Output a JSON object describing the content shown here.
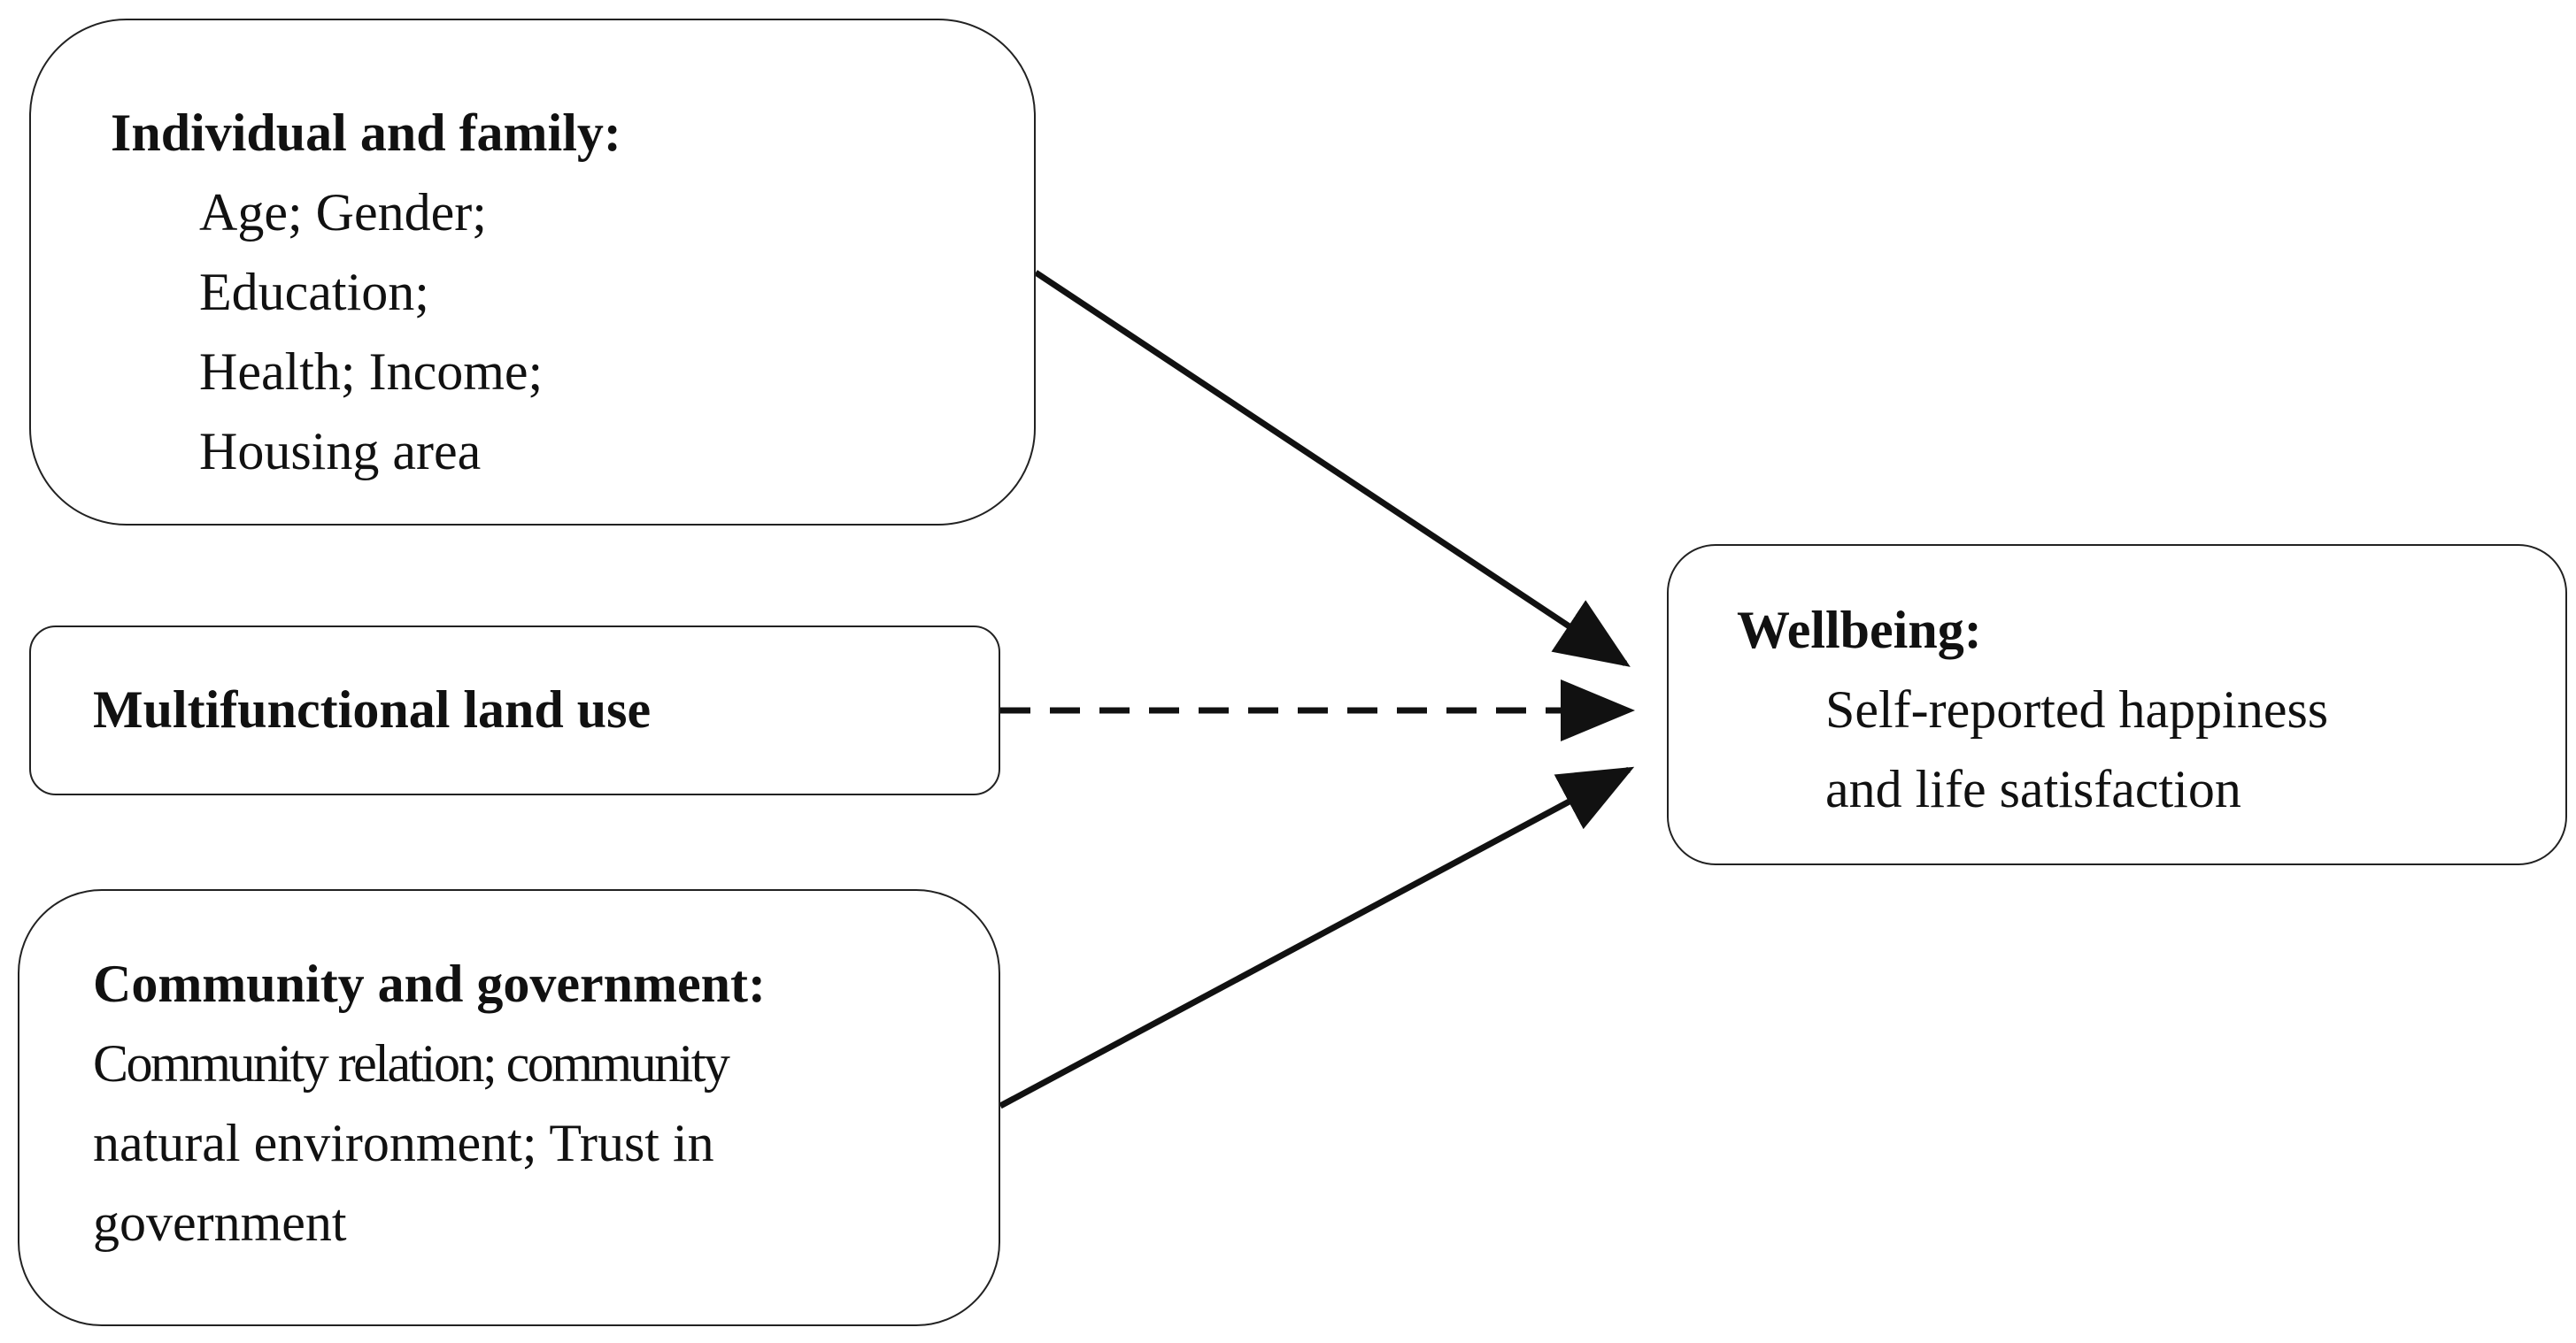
{
  "individual_family": {
    "heading": "Individual and family:",
    "lines": [
      "Age; Gender;",
      "Education;",
      "Health; Income;",
      "Housing area"
    ]
  },
  "land_use": {
    "heading": "Multifunctional land use"
  },
  "community_government": {
    "heading": "Community and government:",
    "lines": [
      "Community relation; community",
      "natural environment; Trust in",
      "government"
    ]
  },
  "wellbeing": {
    "heading": "Wellbeing:",
    "lines": [
      "Self-reported happiness",
      "and life satisfaction"
    ]
  },
  "arrows": [
    {
      "from": "individual_family",
      "to": "wellbeing",
      "style": "solid"
    },
    {
      "from": "land_use",
      "to": "wellbeing",
      "style": "dashed"
    },
    {
      "from": "community_government",
      "to": "wellbeing",
      "style": "solid"
    }
  ]
}
